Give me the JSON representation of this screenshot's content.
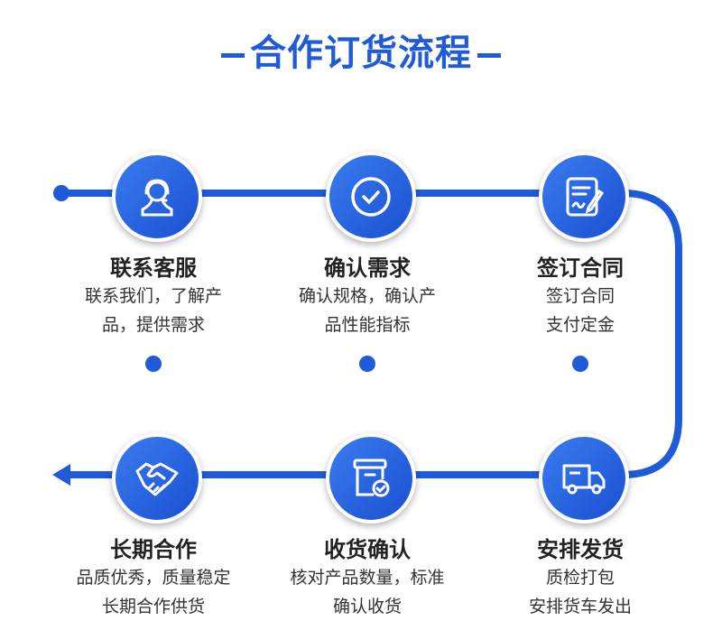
{
  "title": "合作订货流程",
  "accent": "#1f5ad8",
  "steps": [
    {
      "title": "联系客服",
      "lines": [
        "联系我们，了解产",
        "品，提供需求"
      ],
      "icon": "customer-service-icon"
    },
    {
      "title": "确认需求",
      "lines": [
        "确认规格，确认产",
        "品性能指标"
      ],
      "icon": "check-circle-icon"
    },
    {
      "title": "签订合同",
      "lines": [
        "签订合同",
        "支付定金"
      ],
      "icon": "contract-sign-icon"
    },
    {
      "title": "安排发货",
      "lines": [
        "质检打包",
        "安排货车发出"
      ],
      "icon": "truck-icon"
    },
    {
      "title": "收货确认",
      "lines": [
        "核对产品数量，标准",
        "确认收货"
      ],
      "icon": "package-check-icon"
    },
    {
      "title": "长期合作",
      "lines": [
        "品质优秀，质量稳定",
        "长期合作供货"
      ],
      "icon": "handshake-icon"
    }
  ]
}
